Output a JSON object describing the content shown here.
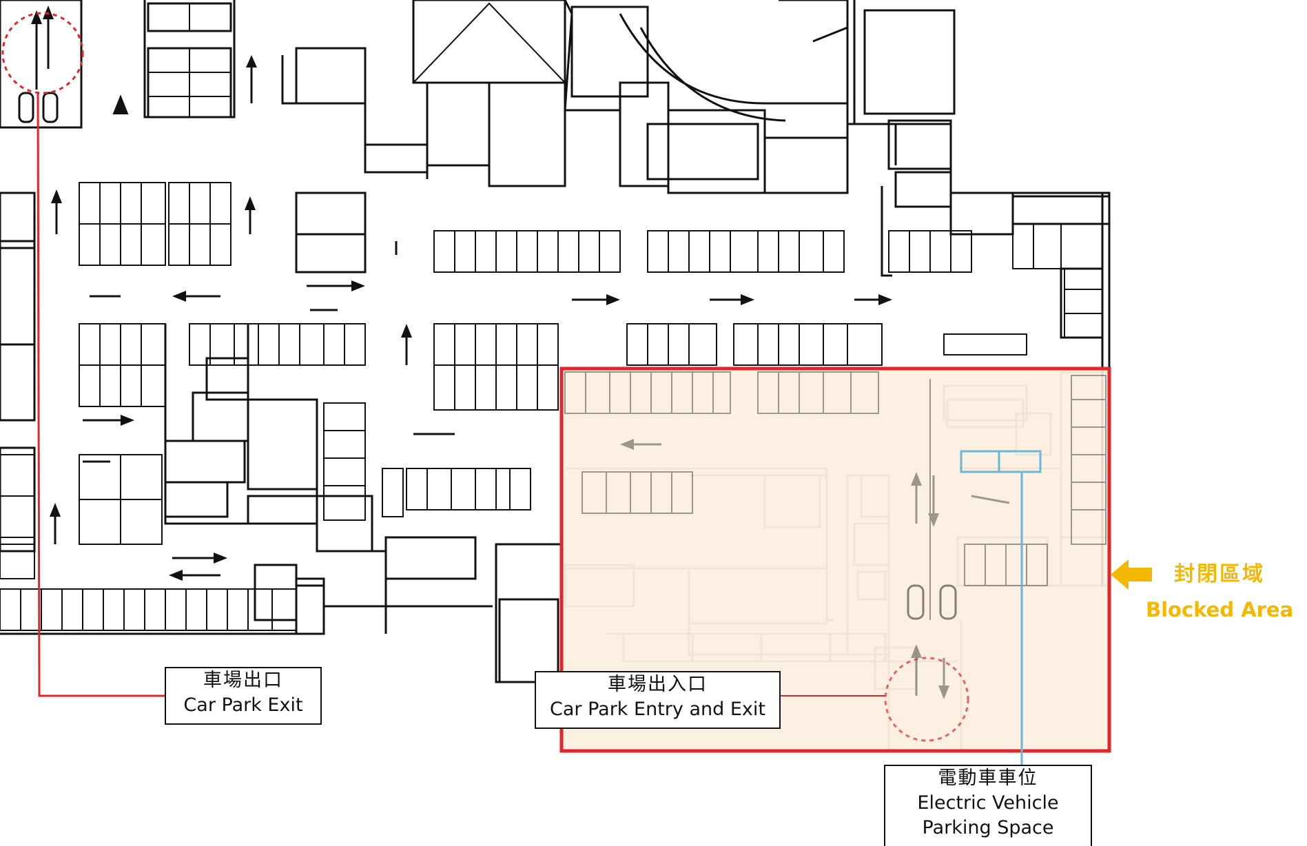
{
  "labels": {
    "exit": {
      "zh": "車場出口",
      "en": "Car Park Exit"
    },
    "entry_exit": {
      "zh": "車場出入口",
      "en": "Car Park Entry and Exit"
    },
    "ev": {
      "zh": "電動車車位",
      "en_line1": "Electric Vehicle",
      "en_line2": "Parking Space"
    }
  },
  "legend": {
    "zh": "封閉區域",
    "en": "Blocked Area"
  },
  "colors": {
    "blocked_fill": "#fbeedf",
    "blocked_border": "#e3262a",
    "leader_red": "#e3262a",
    "ev_highlight": "#6ab7da",
    "legend_yellow": "#f5b800",
    "linework": "#111111"
  },
  "icons": {
    "legend_arrow": "left-arrow-icon",
    "car": "car-icon"
  }
}
